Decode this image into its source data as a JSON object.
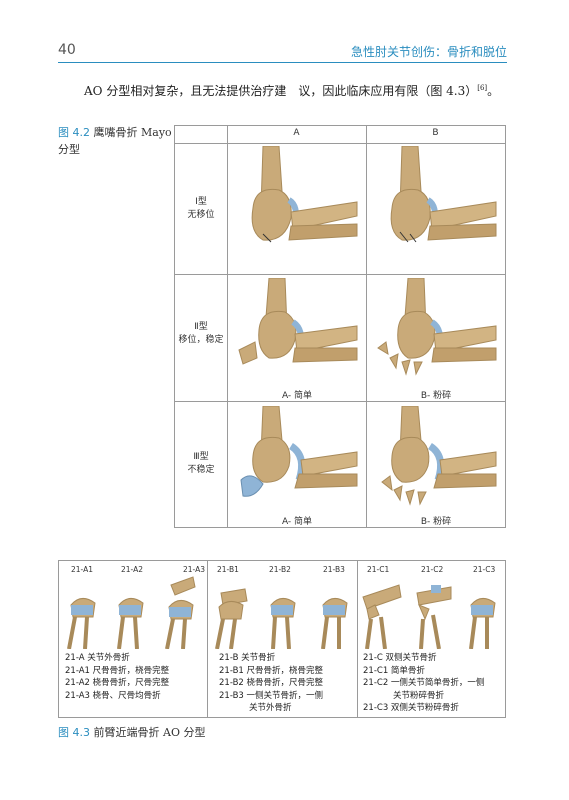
{
  "header": {
    "page_number": "40",
    "running_title": "急性肘关节创伤：骨折和脱位"
  },
  "body_text": {
    "sentence": "AO 分型相对复杂，且无法提供治疗建　议，因此临床应用有限（图 4.3）",
    "reference": "[6]",
    "end": "。"
  },
  "figure_4_2": {
    "number": "图 4.2",
    "caption_line1": "鹰嘴骨折 Mayo",
    "caption_line2": "分型",
    "columns": [
      "A",
      "B"
    ],
    "rows": [
      {
        "type": "Ⅰ型",
        "desc": "无移位",
        "labels": [
          "",
          ""
        ]
      },
      {
        "type": "Ⅱ型",
        "desc": "移位，稳定",
        "labels": [
          "A- 简单",
          "B- 粉碎"
        ]
      },
      {
        "type": "Ⅲ型",
        "desc": "不稳定",
        "labels": [
          "A- 简单",
          "B- 粉碎"
        ]
      }
    ],
    "colors": {
      "bone": "#c9aa79",
      "bone_shade": "#a88a5a",
      "cartilage": "#8fb4d6",
      "line": "#9a9a9a"
    }
  },
  "figure_4_3": {
    "number": "图 4.3",
    "caption": "前臂近端骨折 AO 分型",
    "groups": [
      {
        "codes": [
          "21-A1",
          "21-A2",
          "21-A3"
        ],
        "lines": [
          "21-A 关节外骨折",
          "21-A1 尺骨骨折，桡骨完整",
          "21-A2 桡骨骨折，尺骨完整",
          "21-A3 桡骨、尺骨均骨折"
        ]
      },
      {
        "codes": [
          "21-B1",
          "21-B2",
          "21-B3"
        ],
        "lines": [
          "21-B 关节骨折",
          "21-B1 尺骨骨折，桡骨完整",
          "21-B2 桡骨骨折，尺骨完整",
          "21-B3 一侧关节骨折，一侧",
          "关节外骨折"
        ]
      },
      {
        "codes": [
          "21-C1",
          "21-C2",
          "21-C3"
        ],
        "lines": [
          "21-C 双侧关节骨折",
          "21-C1 简单骨折",
          "21-C2 一侧关节简单骨折，一侧",
          "关节粉碎骨折",
          "21-C3 双侧关节粉碎骨折"
        ]
      }
    ]
  }
}
